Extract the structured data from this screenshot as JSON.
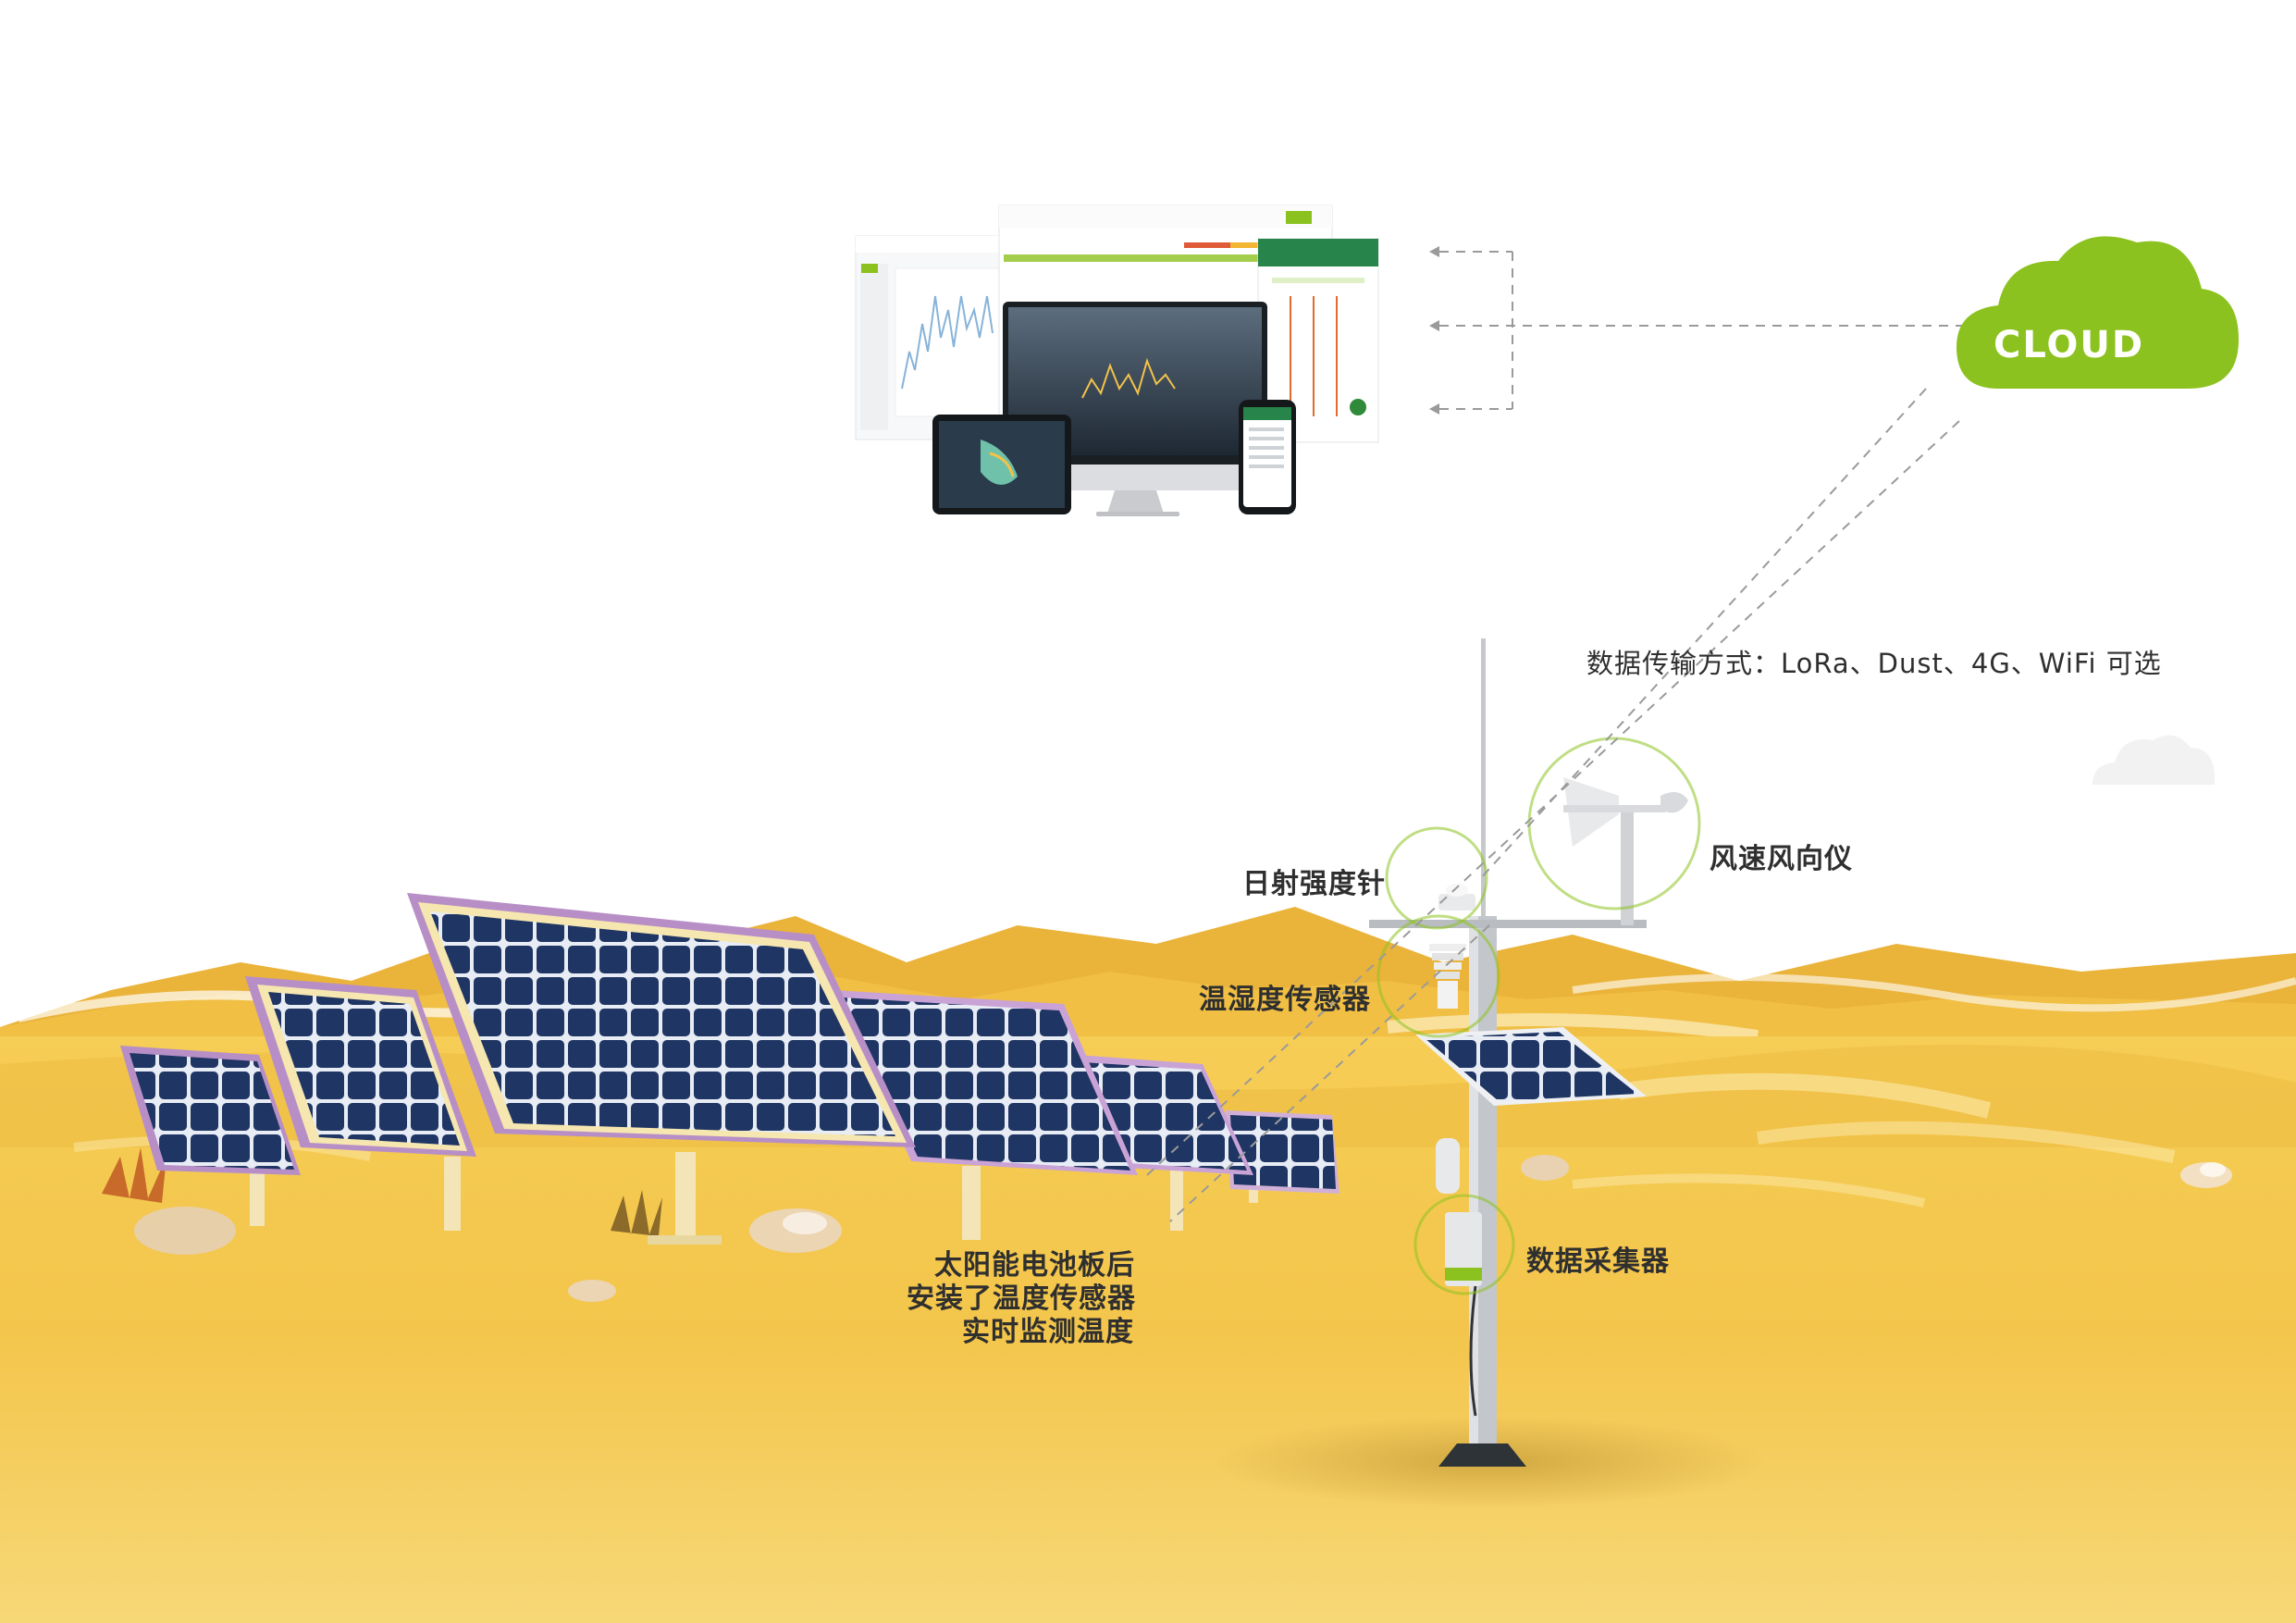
{
  "cloud": {
    "label": "CLOUD",
    "color": "#8cc21f"
  },
  "transmission": {
    "label": "数据传输方式：LoRa、Dust、4G、WiFi 可选"
  },
  "sensors": {
    "pyranometer": "日射强度针",
    "anemometer": "风速风向仪",
    "temp_humidity": "温湿度传感器",
    "data_logger": "数据采集器"
  },
  "panel_note": {
    "line1": "太阳能电池板后",
    "line2": "安装了温度传感器",
    "line3": "实时监测温度"
  },
  "colors": {
    "desert": "#f2c24a",
    "desert_dark": "#e3a82a",
    "dune": "#e9b437",
    "panel": "#1f3563",
    "panel_frame": "#f6e6b0",
    "panel_side": "#b78fc6",
    "accent_green": "#8cc21f",
    "pole": "#b9bcc0"
  },
  "icons": [
    "cloud-icon",
    "desktop-monitor-icon",
    "tablet-icon",
    "phone-icon",
    "solar-panel-icon",
    "weather-station-icon"
  ]
}
